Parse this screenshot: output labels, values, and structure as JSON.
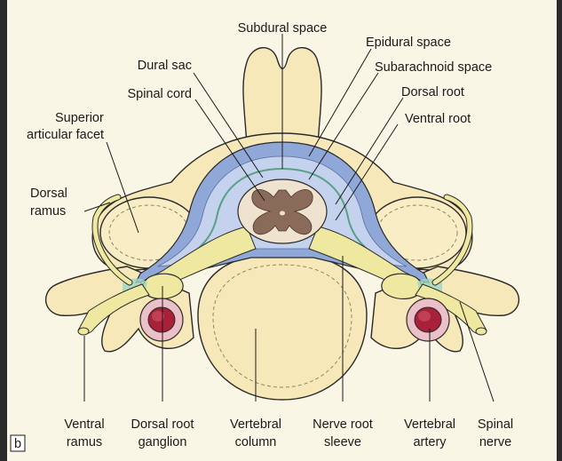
{
  "diagram": {
    "labels": {
      "subdural_space": "Subdural space",
      "epidural_space": "Epidural space",
      "dural_sac": "Dural sac",
      "subarachnoid_space": "Subarachnoid space",
      "spinal_cord": "Spinal cord",
      "dorsal_root": "Dorsal root",
      "superior_articular_facet_1": "Superior",
      "superior_articular_facet_2": "articular facet",
      "ventral_root": "Ventral root",
      "dorsal_ramus_1": "Dorsal",
      "dorsal_ramus_2": "ramus",
      "ventral_ramus_1": "Ventral",
      "ventral_ramus_2": "ramus",
      "dorsal_root_ganglion_1": "Dorsal root",
      "dorsal_root_ganglion_2": "ganglion",
      "vertebral_column_1": "Vertebral",
      "vertebral_column_2": "column",
      "nerve_root_sleeve_1": "Nerve root",
      "nerve_root_sleeve_2": "sleeve",
      "vertebral_artery_1": "Vertebral",
      "vertebral_artery_2": "artery",
      "spinal_nerve_1": "Spinal",
      "spinal_nerve_2": "nerve"
    },
    "panel_letter": "b"
  },
  "colors": {
    "bone": "#f6e8b8",
    "bone_outline": "#2a2a2a",
    "dura": "#8fa8d8",
    "dura_light": "#c4d2ee",
    "nerve": "#efe8a0",
    "grey_matter": "#8a6a58",
    "white_matter": "#efe3cf",
    "artery": "#a8203a",
    "artery_ring": "#ecc0c8",
    "ganglion_tint": "#9fd6c2"
  }
}
